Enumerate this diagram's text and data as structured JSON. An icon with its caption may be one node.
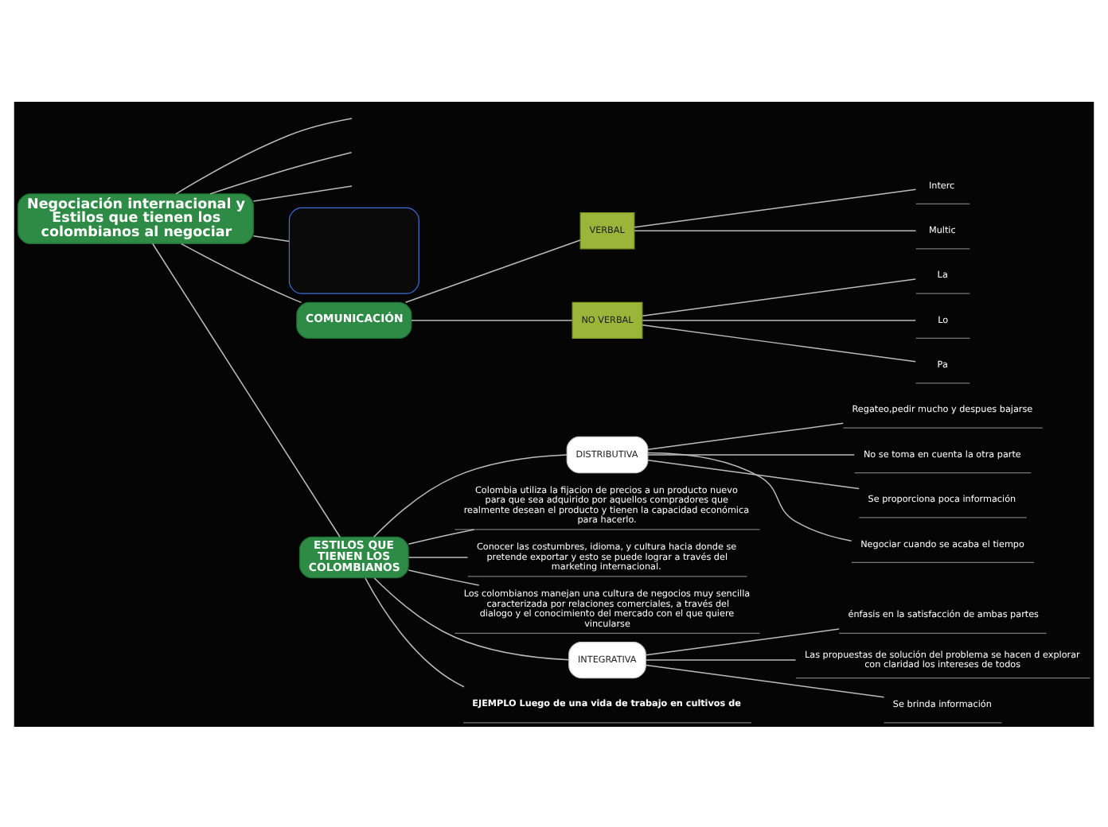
{
  "diagram": {
    "nodes": [
      {
        "text": [
          "Negociación internacional y Estilos que tienen los colombianos al negociar"
        ]
      },
      {
        "text": [],
        "shape": "box"
      },
      {
        "text": [
          "COMUNICACIÓN"
        ]
      },
      {
        "text": [
          "VERBAL"
        ]
      },
      {
        "text": [
          "Interc"
        ]
      },
      {
        "text": [
          "Multic"
        ]
      },
      {
        "text": [
          "NO VERBAL"
        ]
      },
      {
        "text": [
          "La"
        ]
      },
      {
        "text": [
          "Lo"
        ]
      },
      {
        "text": [
          "Pa"
        ]
      },
      {
        "text": [
          "ESTILOS QUE TIENEN LOS COLOMBIANOS"
        ]
      },
      {
        "text": [
          "DISTRIBUTIVA"
        ]
      },
      {
        "text": [
          "Regateo,pedir mucho y despues bajarse"
        ]
      },
      {
        "text": [
          "No se toma en cuenta la otra parte"
        ]
      },
      {
        "text": [
          "Se proporciona poca información"
        ]
      },
      {
        "text": [
          "Negociar cuando se acaba el tiempo"
        ]
      },
      {
        "text": [
          "Colombia utiliza la fijacion de precios a un producto nuevo para que sea adquirido por aquellos compradores que realmente desean el producto y tienen la capacidad económica para hacerlo."
        ]
      },
      {
        "text": [
          "Conocer las costumbres, idioma, y cultura hacia donde se pretende exportar y esto se puede lograr a través del marketing internacional."
        ]
      },
      {
        "text": [
          "Los colombianos manejan una cultura de negocios muy sencilla caracterizada por relaciones comerciales, a través del dialogo y el conocimiento del mercado con el que quiere vincularse"
        ]
      },
      {
        "text": [
          "INTEGRATIVA"
        ]
      },
      {
        "text": [
          "énfasis en la satisfacción de ambas partes"
        ]
      },
      {
        "text": [
          "Las propuestas de solución del problema se hacen d explorar con claridad los intereses de todos"
        ]
      },
      {
        "text": [
          "Se brinda información"
        ]
      },
      {
        "text": [
          "EJEMPLO Luego de una vida de trabajo en cultivos de"
        ]
      }
    ],
    "edges": [
      {
        "from": 0,
        "to": null,
        "arrow": "none"
      },
      {
        "from": 0,
        "to": null,
        "arrow": "none"
      },
      {
        "from": 0,
        "to": null,
        "arrow": "none"
      },
      {
        "from": 0,
        "to": 1,
        "arrow": "none"
      },
      {
        "from": 0,
        "to": 2,
        "arrow": "none"
      },
      {
        "from": 2,
        "to": 3,
        "arrow": "none"
      },
      {
        "from": 3,
        "to": 4,
        "arrow": "none"
      },
      {
        "from": 3,
        "to": 5,
        "arrow": "none"
      },
      {
        "from": 2,
        "to": 6,
        "arrow": "none"
      },
      {
        "from": 6,
        "to": 7,
        "arrow": "none"
      },
      {
        "from": 6,
        "to": 8,
        "arrow": "none"
      },
      {
        "from": 6,
        "to": 9,
        "arrow": "none"
      },
      {
        "from": 0,
        "to": 10,
        "arrow": "none"
      },
      {
        "from": 10,
        "to": 11,
        "arrow": "none"
      },
      {
        "from": 11,
        "to": 12,
        "arrow": "none"
      },
      {
        "from": 11,
        "to": 13,
        "arrow": "none"
      },
      {
        "from": 11,
        "to": 14,
        "arrow": "none"
      },
      {
        "from": 11,
        "to": 15,
        "arrow": "none"
      },
      {
        "from": 10,
        "to": 16,
        "arrow": "none"
      },
      {
        "from": 10,
        "to": 17,
        "arrow": "none"
      },
      {
        "from": 10,
        "to": 18,
        "arrow": "none"
      },
      {
        "from": 10,
        "to": 19,
        "arrow": "none"
      },
      {
        "from": 19,
        "to": 20,
        "arrow": "none"
      },
      {
        "from": 19,
        "to": 21,
        "arrow": "none"
      },
      {
        "from": 19,
        "to": 22,
        "arrow": "none"
      },
      {
        "from": 10,
        "to": 23,
        "arrow": "none"
      }
    ]
  }
}
